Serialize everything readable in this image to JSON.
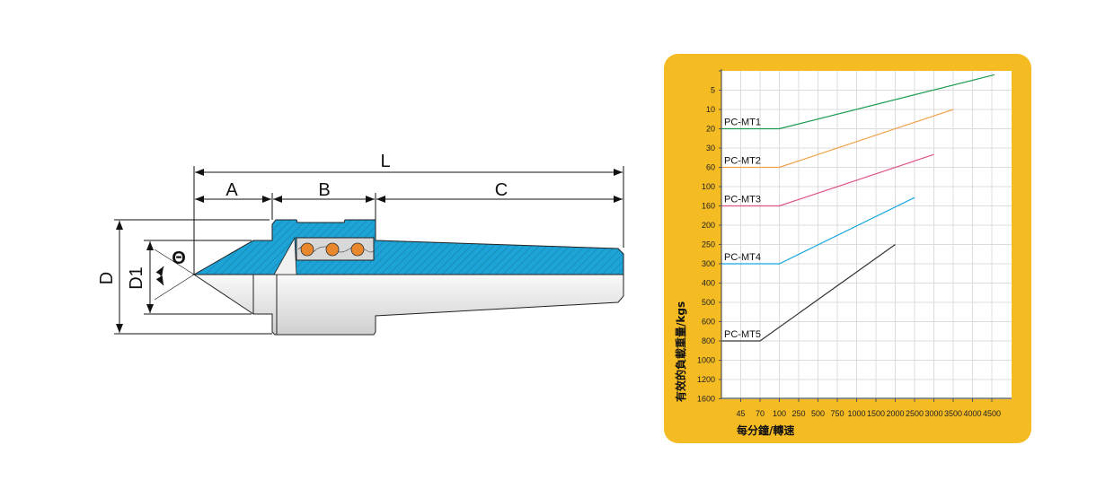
{
  "diagram": {
    "labels": {
      "L": "L",
      "A": "A",
      "B": "B",
      "C": "C",
      "D": "D",
      "D1": "D1",
      "theta": "Θ"
    },
    "colors": {
      "hatch_fill": "#1ea3d6",
      "body_fill": "#e6e6e6",
      "ball_fill": "#e9872c"
    }
  },
  "chart_data": {
    "type": "line",
    "xlabel": "每分鐘/轉速",
    "ylabel": "有效的負載重量/kgs",
    "x_ticks": [
      0,
      45,
      70,
      100,
      250,
      500,
      750,
      1000,
      1500,
      2000,
      2500,
      3000,
      3500,
      4000,
      4500
    ],
    "x_tick_labels": [
      "",
      "45",
      "70",
      "100",
      "250",
      "500",
      "750",
      "1000",
      "1500",
      "2000",
      "2500",
      "3000",
      "3500",
      "4000",
      "4500"
    ],
    "y_ticks": [
      0,
      5,
      10,
      20,
      30,
      60,
      100,
      160,
      200,
      250,
      300,
      400,
      500,
      600,
      800,
      1000,
      1200,
      1600
    ],
    "y_tick_labels": [
      "",
      "5",
      "10",
      "20",
      "30",
      "60",
      "100",
      "160",
      "200",
      "250",
      "300",
      "400",
      "500",
      "600",
      "800",
      "1000",
      "1200",
      "1600"
    ],
    "y_inverted": true,
    "grid": true,
    "series": [
      {
        "name": "PC-MT1",
        "color": "#1a9a50",
        "points": [
          [
            0,
            20
          ],
          [
            100,
            20
          ],
          [
            4570,
            1
          ]
        ]
      },
      {
        "name": "PC-MT2",
        "color": "#f3a04a",
        "points": [
          [
            0,
            60
          ],
          [
            100,
            60
          ],
          [
            3500,
            10
          ]
        ]
      },
      {
        "name": "PC-MT3",
        "color": "#e0508a",
        "points": [
          [
            0,
            160
          ],
          [
            100,
            160
          ],
          [
            3000,
            40
          ]
        ]
      },
      {
        "name": "PC-MT4",
        "color": "#1aa7df",
        "points": [
          [
            0,
            300
          ],
          [
            100,
            300
          ],
          [
            2500,
            134
          ]
        ]
      },
      {
        "name": "PC-MT5",
        "color": "#333333",
        "points": [
          [
            0,
            800
          ],
          [
            70,
            800
          ],
          [
            2000,
            250
          ]
        ]
      }
    ],
    "panel_color": "#f4bb23"
  }
}
